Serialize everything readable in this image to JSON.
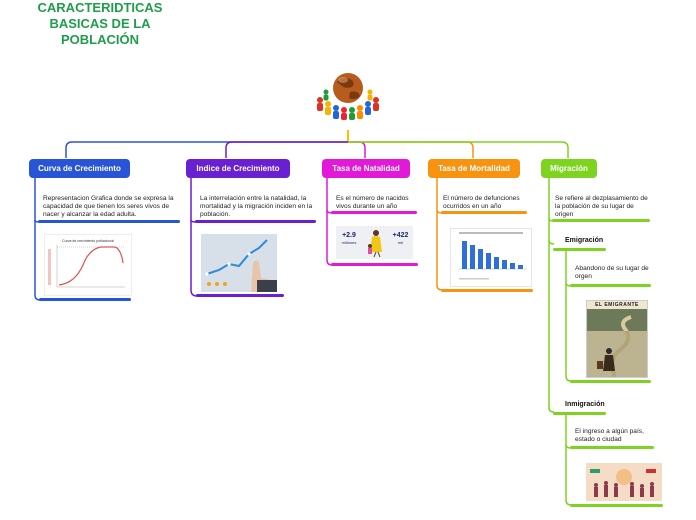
{
  "title": "CARACTERIDTICAS\nBASICAS DE LA\nPOBLACIÓN",
  "colors": {
    "title": "#1e9e4a",
    "blue": "#2855d6",
    "purple": "#6a1fd0",
    "magenta": "#e21ad8",
    "orange": "#f7930f",
    "green": "#7ed321"
  },
  "branches": [
    {
      "label": "Curva de Crecimiento",
      "text": "Representacion Grafica donde se expresa la capacidad de que tienen los seres vivos de nacer y alcanzar la edad adulta."
    },
    {
      "label": "Indice de Crecimiento",
      "text": "La interrelación entre la natalidad, la mortalidad y la migración inciden en la población."
    },
    {
      "label": "Tasa de Natalidad",
      "text": "Es el número de nacidos vivos durante un año"
    },
    {
      "label": "Tasa de Mortalidad",
      "text": "El número de defunciones ocurridos en un año"
    },
    {
      "label": "Migración",
      "text": "Se refiere al dezplasamiento de la población de su lugar de origen"
    }
  ],
  "migration": {
    "emigracion": {
      "label": "Emigración",
      "text": "Abandono de su lugar de orgen"
    },
    "inmigracion": {
      "label": "Inmigración",
      "text": "El ingreso a algún país, estado o ciudad"
    }
  },
  "images": {
    "growth_curve_title": "Curva de crecimiento poblacional",
    "natalidad_left": "+2.9",
    "natalidad_left_unit": "millones",
    "natalidad_right": "+422",
    "natalidad_right_unit": "mil",
    "emigrante_poster": "EL EMIGRANTE"
  }
}
